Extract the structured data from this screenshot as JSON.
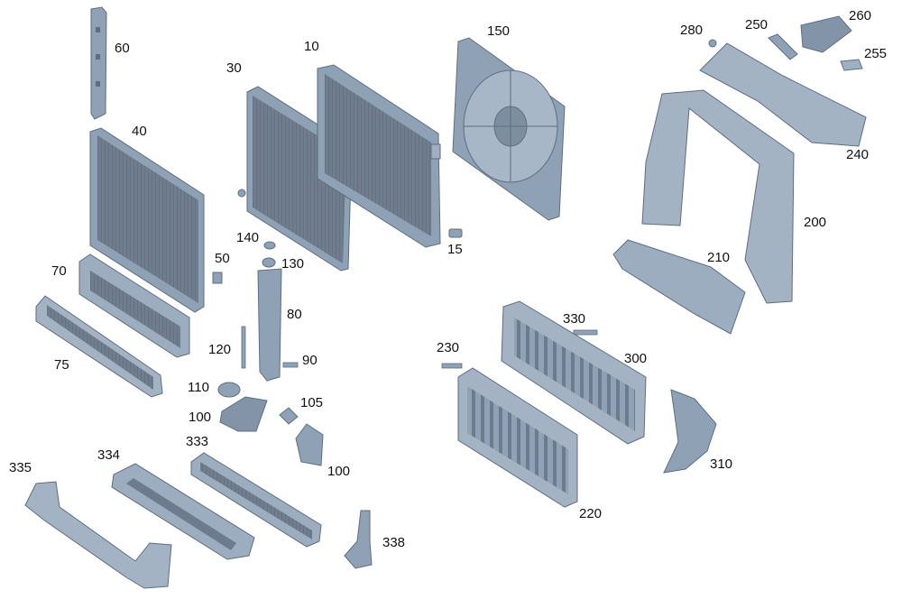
{
  "colors": {
    "part_fill": "#8b9db1",
    "part_light": "#b9c6d4",
    "part_dark": "#5d6e80",
    "core_fill": "#6e7c8d",
    "label": "#111111"
  },
  "callouts": [
    {
      "id": "60",
      "text": "60"
    },
    {
      "id": "30",
      "text": "30"
    },
    {
      "id": "10",
      "text": "10"
    },
    {
      "id": "150",
      "text": "150"
    },
    {
      "id": "280",
      "text": "280"
    },
    {
      "id": "250",
      "text": "250"
    },
    {
      "id": "260",
      "text": "260"
    },
    {
      "id": "255",
      "text": "255"
    },
    {
      "id": "40",
      "text": "40"
    },
    {
      "id": "240",
      "text": "240"
    },
    {
      "id": "200",
      "text": "200"
    },
    {
      "id": "15",
      "text": "15"
    },
    {
      "id": "140",
      "text": "140"
    },
    {
      "id": "130",
      "text": "130"
    },
    {
      "id": "50",
      "text": "50"
    },
    {
      "id": "70",
      "text": "70"
    },
    {
      "id": "210",
      "text": "210"
    },
    {
      "id": "80",
      "text": "80"
    },
    {
      "id": "330",
      "text": "330"
    },
    {
      "id": "120",
      "text": "120"
    },
    {
      "id": "230",
      "text": "230"
    },
    {
      "id": "300",
      "text": "300"
    },
    {
      "id": "75",
      "text": "75"
    },
    {
      "id": "90",
      "text": "90"
    },
    {
      "id": "110",
      "text": "110"
    },
    {
      "id": "105",
      "text": "105"
    },
    {
      "id": "100a",
      "text": "100"
    },
    {
      "id": "310",
      "text": "310"
    },
    {
      "id": "333",
      "text": "333"
    },
    {
      "id": "334",
      "text": "334"
    },
    {
      "id": "335",
      "text": "335"
    },
    {
      "id": "100b",
      "text": "100"
    },
    {
      "id": "220",
      "text": "220"
    },
    {
      "id": "338",
      "text": "338"
    }
  ]
}
